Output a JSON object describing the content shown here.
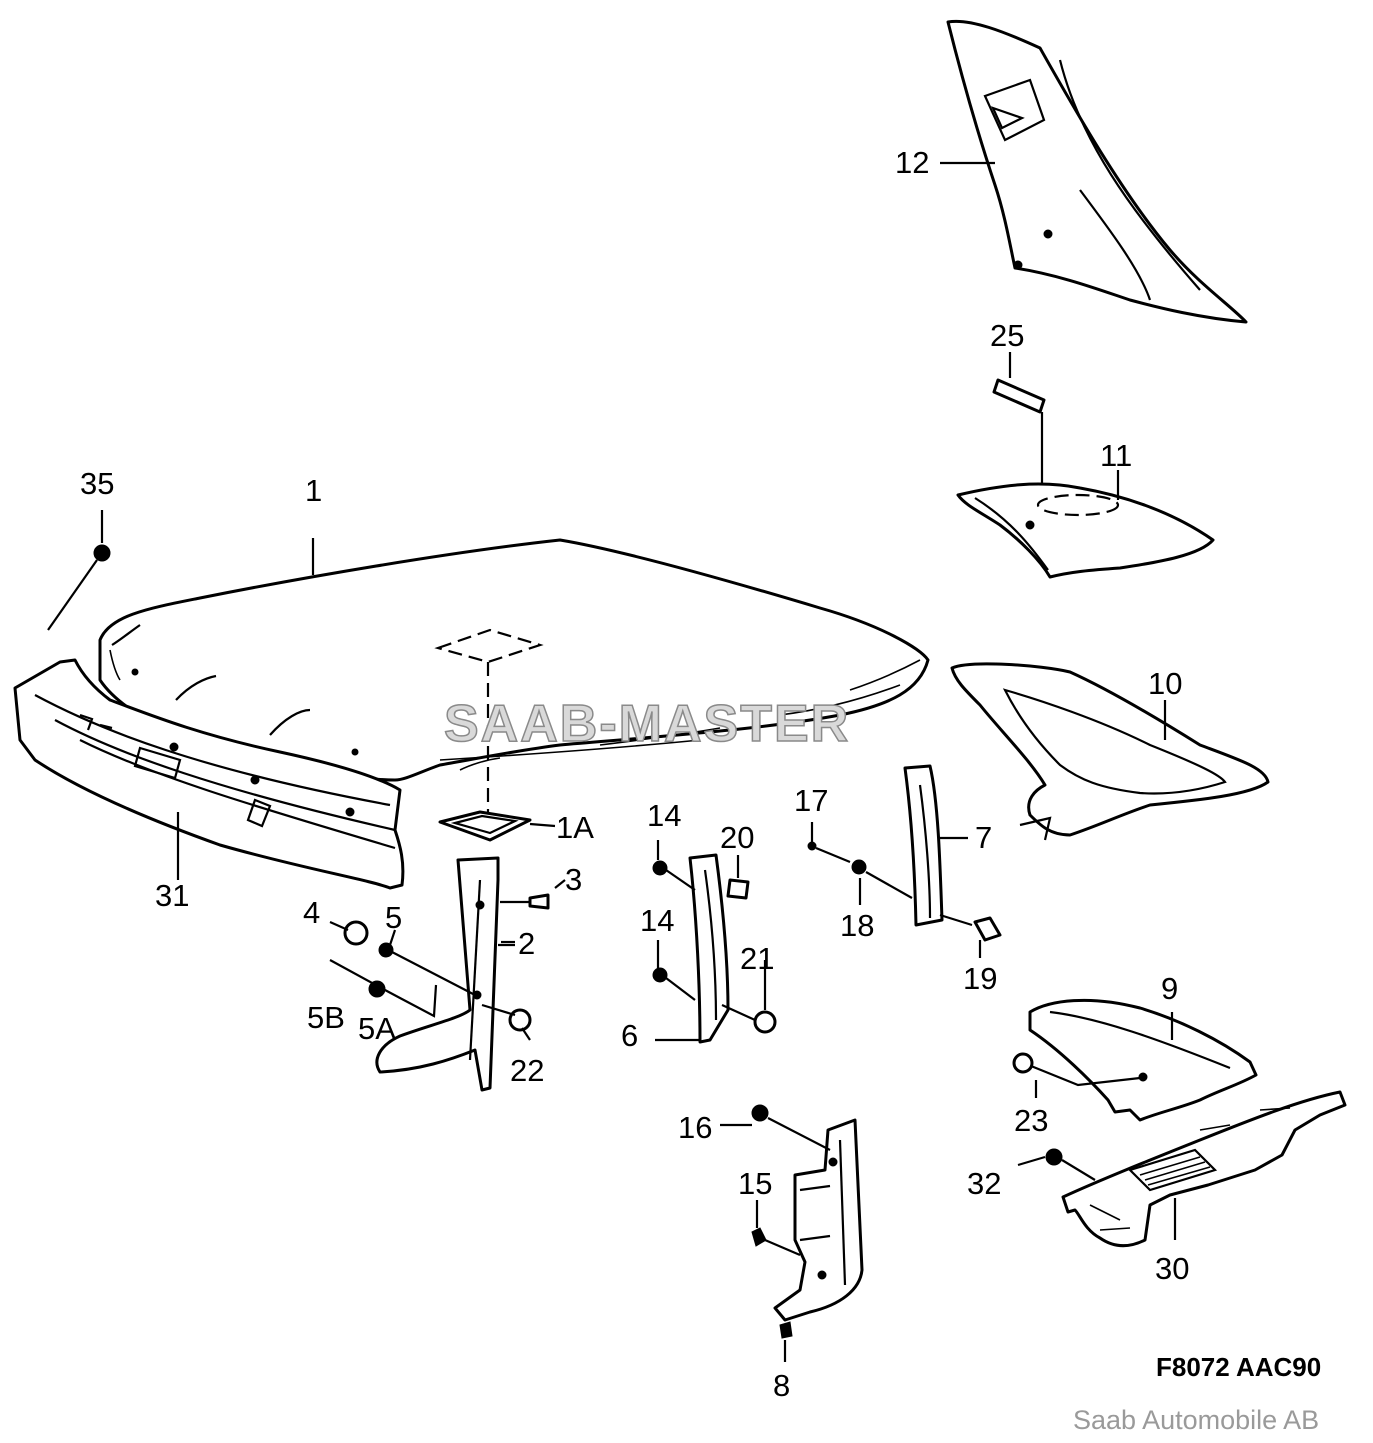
{
  "watermark": "SAAB-MASTER",
  "figure_code": "F8072 AAC90",
  "copyright": "Saab Automobile AB",
  "callouts": {
    "c1": "1",
    "c1A": "1A",
    "c2": "2",
    "c3": "3",
    "c4": "4",
    "c5": "5",
    "c5A": "5A",
    "c5B": "5B",
    "c6": "6",
    "c7": "7",
    "c8": "8",
    "c9": "9",
    "c10": "10",
    "c11": "11",
    "c12": "12",
    "c14a": "14",
    "c14b": "14",
    "c15": "15",
    "c16": "16",
    "c17": "17",
    "c18": "18",
    "c19": "19",
    "c20": "20",
    "c21": "21",
    "c22": "22",
    "c23": "23",
    "c25": "25",
    "c30": "30",
    "c31": "31",
    "c32": "32",
    "c35": "35"
  }
}
